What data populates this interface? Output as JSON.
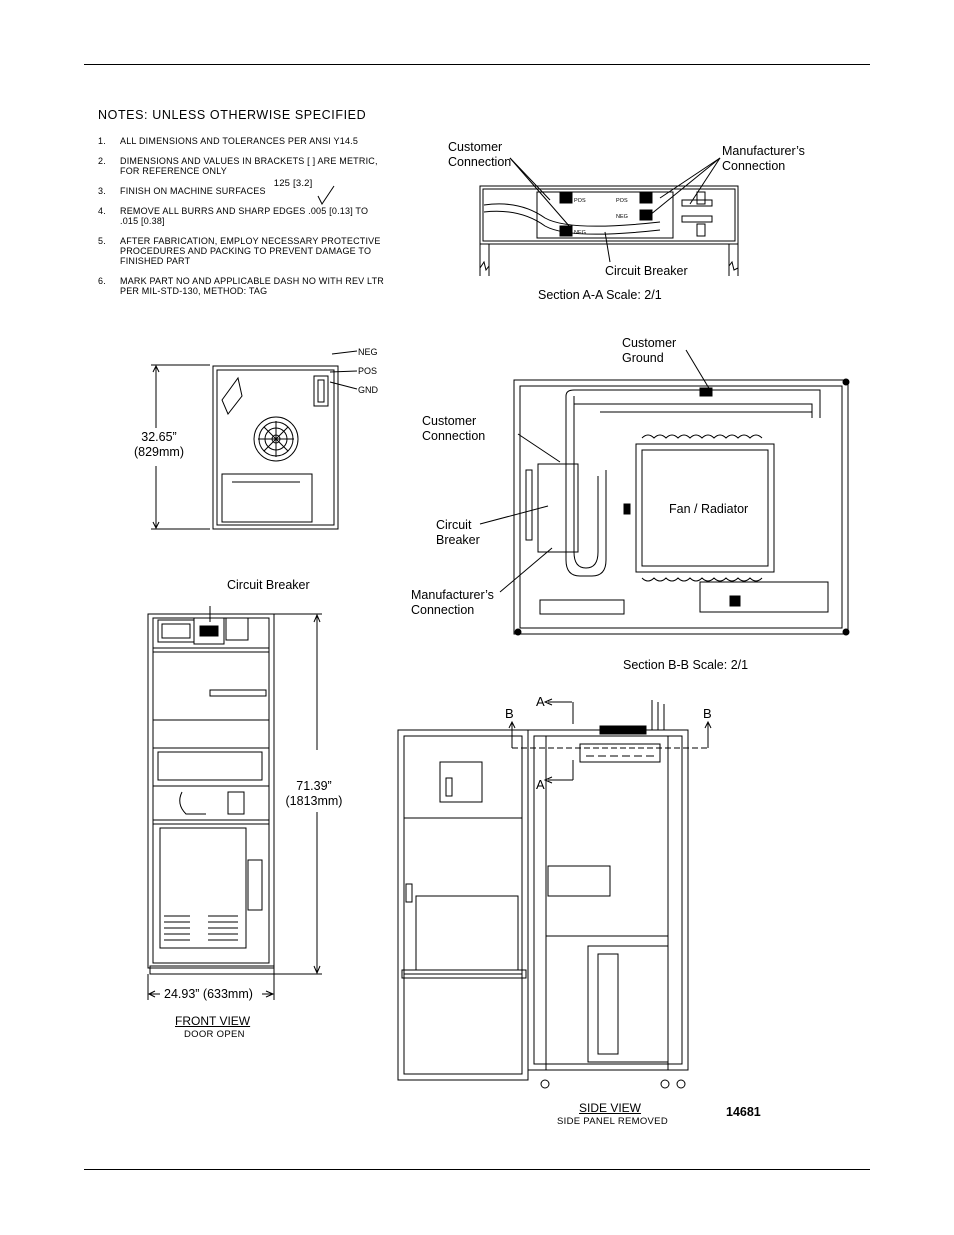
{
  "notes": {
    "title": "NOTES: UNLESS OTHERWISE SPECIFIED",
    "items": [
      {
        "num": "1.",
        "text": "ALL DIMENSIONS AND TOLERANCES PER ANSI Y14.5"
      },
      {
        "num": "2.",
        "text": "DIMENSIONS AND VALUES IN BRACKETS [   ] ARE METRIC,\nFOR REFERENCE ONLY"
      },
      {
        "num": "3.",
        "text": "FINISH ON MACHINE SURFACES"
      },
      {
        "num": "4.",
        "text": "REMOVE ALL BURRS AND SHARP EDGES .005 [0.13] TO\n.015 [0.38]"
      },
      {
        "num": "5.",
        "text": "AFTER FABRICATION, EMPLOY NECESSARY PROTECTIVE\nPROCEDURES AND PACKING TO PREVENT DAMAGE TO\nFINISHED PART"
      },
      {
        "num": "6.",
        "text": "MARK PART NO AND APPLICABLE DASH NO WITH REV LTR\nPER MIL-STD-130,   METHOD: TAG"
      }
    ],
    "finish_symbol": "125 [3.2]"
  },
  "section_aa": {
    "customer_connection": "Customer\nConnection",
    "manufacturer_connection": "Manufacturer’s\nConnection",
    "circuit_breaker": "Circuit Breaker",
    "caption": "Section A-A Scale: 2/1",
    "terminals": [
      "POS",
      "NEG",
      "POS",
      "NEG"
    ]
  },
  "top_view": {
    "dimension": "32.65”\n(829mm)",
    "terminals": [
      "NEG",
      "POS",
      "GND"
    ]
  },
  "section_bb": {
    "customer_ground": "Customer\nGround",
    "customer_connection": "Customer\nConnection",
    "circuit_breaker": "Circuit\nBreaker",
    "manufacturer_connection": "Manufacturer’s\nConnection",
    "fan_radiator": "Fan / Radiator",
    "caption": "Section B-B   Scale: 2/1"
  },
  "front_view": {
    "circuit_breaker": "Circuit Breaker",
    "height_dimension": "71.39”\n(1813mm)",
    "width_dimension": "24.93” (633mm)",
    "title": "FRONT  VIEW",
    "subtitle": "DOOR  OPEN"
  },
  "side_view": {
    "markers": [
      "A",
      "A",
      "B",
      "B"
    ],
    "title": "SIDE  VIEW",
    "subtitle": "SIDE  PANEL  REMOVED",
    "drawing_number": "14681"
  }
}
